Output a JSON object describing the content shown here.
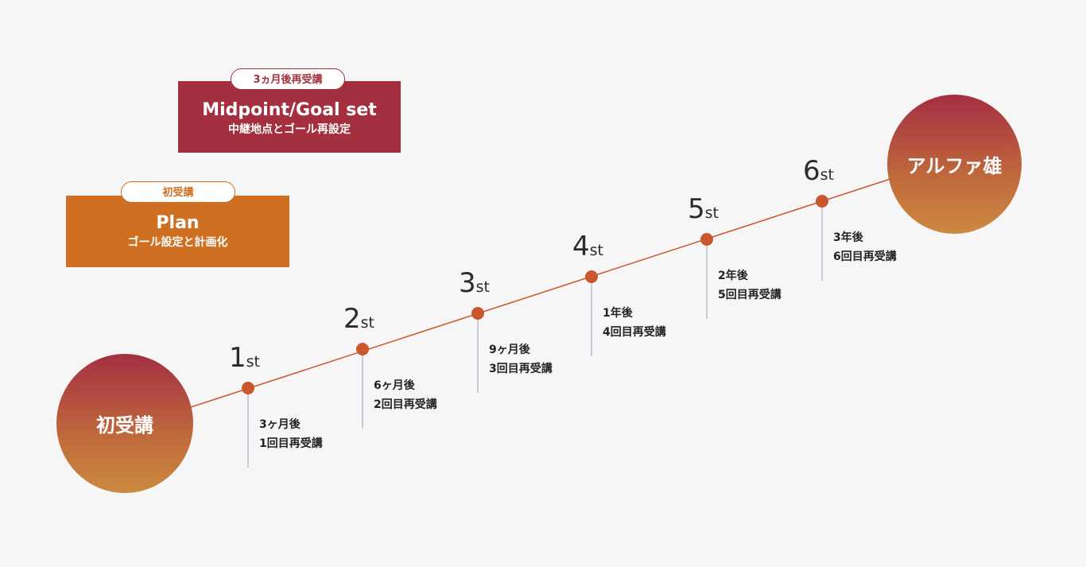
{
  "legend": {
    "goal": {
      "pill": "3ヵ月後再受講",
      "title": "Midpoint/Goal set",
      "subtitle": "中継地点とゴール再設定",
      "color": "#a4303f"
    },
    "plan": {
      "pill": "初受講",
      "title": "Plan",
      "subtitle": "ゴール設定と計画化",
      "color": "#cf6f22"
    }
  },
  "start_label": "初受講",
  "goal_label": "アルファ雄",
  "steps": [
    {
      "num": "1",
      "suffix": "st",
      "timing": "3ヶ月後",
      "session": "1回目再受講"
    },
    {
      "num": "2",
      "suffix": "st",
      "timing": "6ヶ月後",
      "session": "2回目再受講"
    },
    {
      "num": "3",
      "suffix": "st",
      "timing": "9ヶ月後",
      "session": "3回目再受講"
    },
    {
      "num": "4",
      "suffix": "st",
      "timing": "1年後",
      "session": "4回目再受講"
    },
    {
      "num": "5",
      "suffix": "st",
      "timing": "2年後",
      "session": "5回目再受講"
    },
    {
      "num": "6",
      "suffix": "st",
      "timing": "3年後",
      "session": "6回目再受講"
    }
  ],
  "colors": {
    "line": "#c9562c",
    "dot": "#c9562c",
    "stem": "#b9bfd4"
  }
}
